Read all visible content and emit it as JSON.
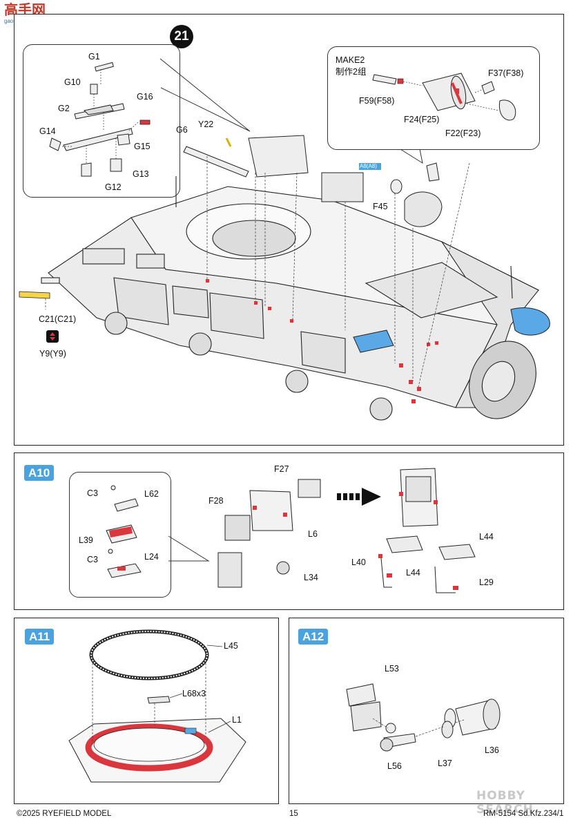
{
  "watermark": {
    "logo_text": "高手网",
    "url": "gao-shou.com",
    "corner_text": "HOBBY SEARCH"
  },
  "step21": {
    "number": "21",
    "inset_left_labels": [
      "G1",
      "G10",
      "G2",
      "G16",
      "G14",
      "G15",
      "G13",
      "G12"
    ],
    "inset_right": {
      "title_line1": "MAKE2",
      "title_line2": "制作2组",
      "labels": [
        "F37(F38)",
        "F59(F58)",
        "F24(F25)",
        "F22(F23)"
      ]
    },
    "labels": [
      "G6",
      "Y22",
      "A8(A8)",
      "F45",
      "C21(C21)",
      "Y9(Y9)"
    ]
  },
  "a10": {
    "tag": "A10",
    "inset_labels": [
      "C3",
      "L62",
      "L39",
      "C3",
      "L24"
    ],
    "labels": [
      "F27",
      "F28",
      "L6",
      "L34",
      "L44",
      "L40",
      "L44",
      "L29"
    ]
  },
  "a11": {
    "tag": "A11",
    "labels": [
      "L45",
      "L68x3",
      "L1"
    ]
  },
  "a12": {
    "tag": "A12",
    "labels": [
      "L53",
      "L56",
      "L37",
      "L36"
    ]
  },
  "footer": {
    "copyright": "©2025 RYEFIELD MODEL",
    "page": "15",
    "model": "RM-5154 Sd.Kfz.234/1"
  },
  "colors": {
    "highlight_red": "#d9363e",
    "highlight_blue": "#5aa9e6",
    "highlight_yellow": "#f5d34a",
    "tag_blue": "#4aa3df"
  }
}
